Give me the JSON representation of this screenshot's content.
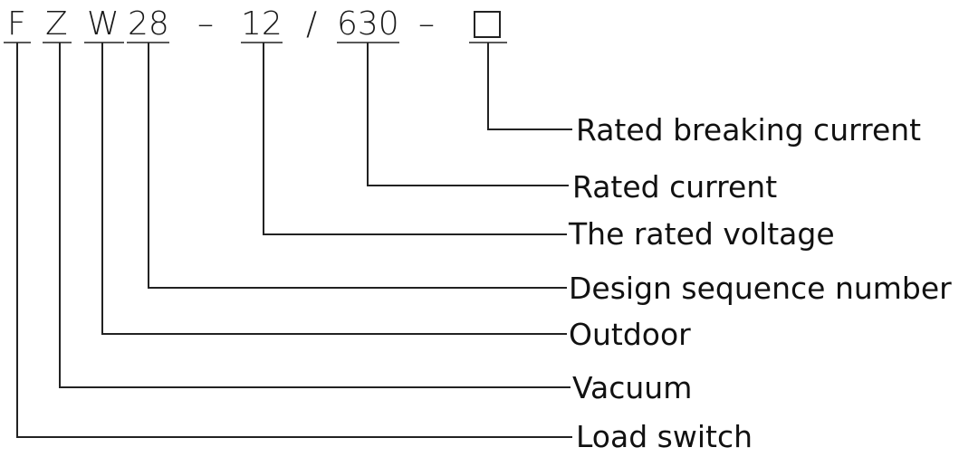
{
  "code": {
    "parts": [
      "F",
      "Z",
      "W",
      "28",
      "–",
      "12",
      "/",
      "630",
      "–"
    ],
    "placeholder_icon": "empty-box-icon"
  },
  "labels": {
    "load_switch": "Load switch",
    "vacuum": "Vacuum",
    "outdoor": "Outdoor",
    "design_sequence_number": "Design sequence number",
    "rated_voltage": "The rated voltage",
    "rated_current": "Rated current",
    "rated_breaking_current": "Rated breaking current"
  }
}
